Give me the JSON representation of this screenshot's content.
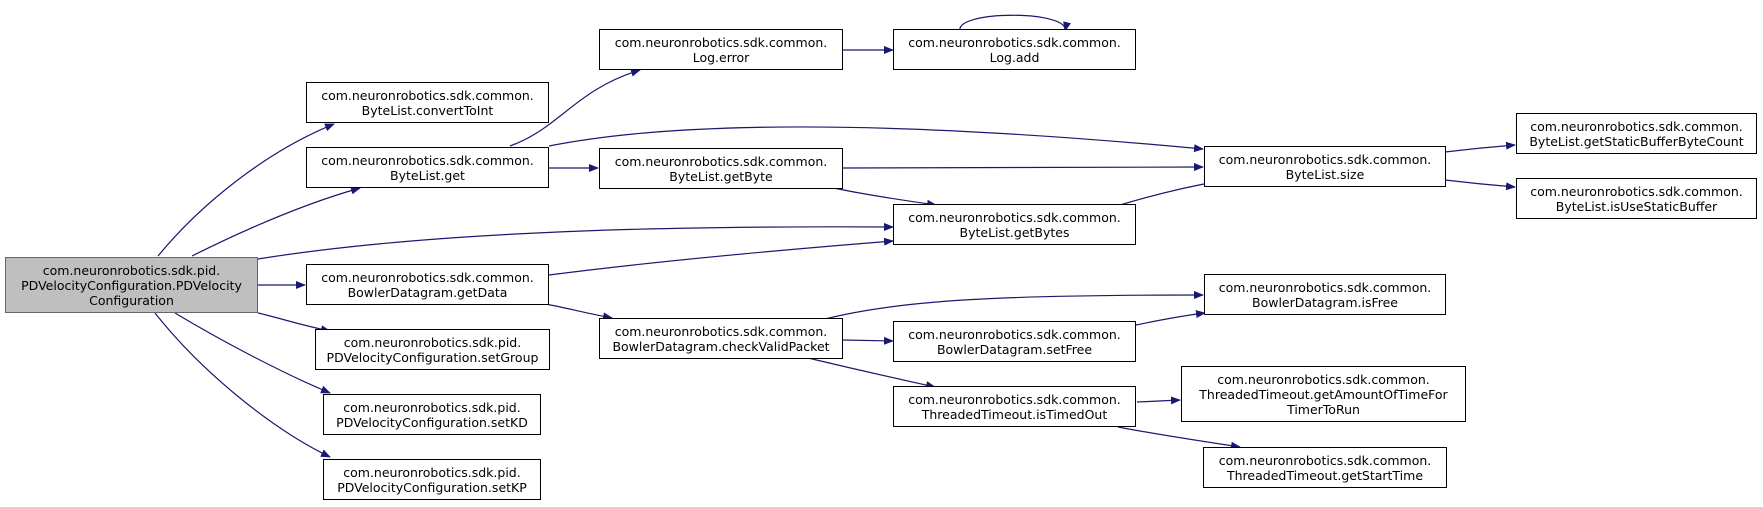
{
  "colors": {
    "edge": "#191970",
    "root_fill": "#bfbfbf",
    "node_fill": "#ffffff",
    "border": "#000000"
  },
  "nodes": {
    "root": {
      "lines": [
        "com.neuronrobotics.sdk.pid.",
        "PDVelocityConfiguration.PDVelocity",
        "Configuration"
      ]
    },
    "convertToInt": {
      "lines": [
        "com.neuronrobotics.sdk.common.",
        "ByteList.convertToInt"
      ]
    },
    "get": {
      "lines": [
        "com.neuronrobotics.sdk.common.",
        "ByteList.get"
      ]
    },
    "getData": {
      "lines": [
        "com.neuronrobotics.sdk.common.",
        "BowlerDatagram.getData"
      ]
    },
    "setGroup": {
      "lines": [
        "com.neuronrobotics.sdk.pid.",
        "PDVelocityConfiguration.setGroup"
      ]
    },
    "setKD": {
      "lines": [
        "com.neuronrobotics.sdk.pid.",
        "PDVelocityConfiguration.setKD"
      ]
    },
    "setKP": {
      "lines": [
        "com.neuronrobotics.sdk.pid.",
        "PDVelocityConfiguration.setKP"
      ]
    },
    "logError": {
      "lines": [
        "com.neuronrobotics.sdk.common.",
        "Log.error"
      ]
    },
    "getByte": {
      "lines": [
        "com.neuronrobotics.sdk.common.",
        "ByteList.getByte"
      ]
    },
    "checkValid": {
      "lines": [
        "com.neuronrobotics.sdk.common.",
        "BowlerDatagram.checkValidPacket"
      ]
    },
    "logAdd": {
      "lines": [
        "com.neuronrobotics.sdk.common.",
        "Log.add"
      ]
    },
    "getBytes": {
      "lines": [
        "com.neuronrobotics.sdk.common.",
        "ByteList.getBytes"
      ]
    },
    "setFree": {
      "lines": [
        "com.neuronrobotics.sdk.common.",
        "BowlerDatagram.setFree"
      ]
    },
    "isTimedOut": {
      "lines": [
        "com.neuronrobotics.sdk.common.",
        "ThreadedTimeout.isTimedOut"
      ]
    },
    "size": {
      "lines": [
        "com.neuronrobotics.sdk.common.",
        "ByteList.size"
      ]
    },
    "isFree": {
      "lines": [
        "com.neuronrobotics.sdk.common.",
        "BowlerDatagram.isFree"
      ]
    },
    "getAmount": {
      "lines": [
        "com.neuronrobotics.sdk.common.",
        "ThreadedTimeout.getAmountOfTimeFor",
        "TimerToRun"
      ]
    },
    "getStartTime": {
      "lines": [
        "com.neuronrobotics.sdk.common.",
        "ThreadedTimeout.getStartTime"
      ]
    },
    "getStaticCount": {
      "lines": [
        "com.neuronrobotics.sdk.common.",
        "ByteList.getStaticBufferByteCount"
      ]
    },
    "isUseStatic": {
      "lines": [
        "com.neuronrobotics.sdk.common.",
        "ByteList.isUseStaticBuffer"
      ]
    }
  }
}
